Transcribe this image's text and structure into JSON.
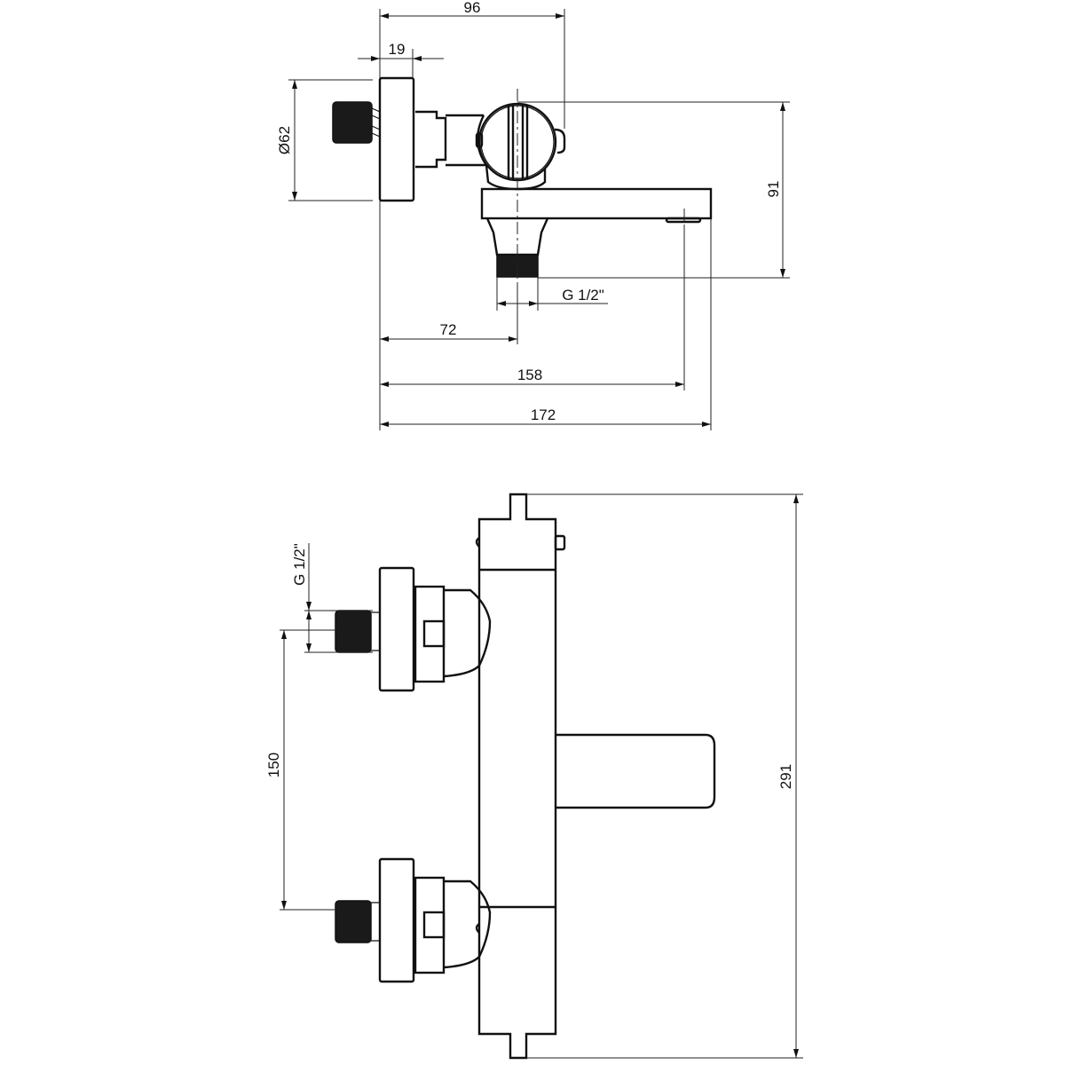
{
  "top_view": {
    "dim_total_depth_to_handle": "96",
    "dim_plate_thickness": "19",
    "dim_plate_diameter": "Ø62",
    "dim_height_spout": "91",
    "dim_outlet_thread": "G 1/2\"",
    "dim_to_outlet": "72",
    "dim_to_spout_outlet": "158",
    "dim_total_depth": "172"
  },
  "front_view": {
    "dim_inlet_thread": "G 1/2\"",
    "dim_inlet_spacing": "150",
    "dim_total_height": "291"
  },
  "colors": {
    "line": "#111111",
    "background": "#ffffff"
  }
}
